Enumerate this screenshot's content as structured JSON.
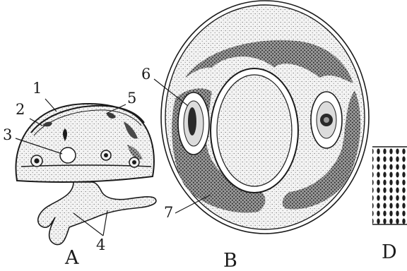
{
  "figure": {
    "panels": {
      "a": "A",
      "b": "B",
      "d": "D"
    },
    "labels": {
      "n1": "1",
      "n2": "2",
      "n3": "3",
      "n4": "4",
      "n5": "5",
      "n6": "6",
      "n7": "7"
    },
    "colors": {
      "ink": "#1b1b1b",
      "stipple": "#5a5a5a",
      "dark_mass": "#3a3a3a",
      "background": "#ffffff"
    }
  }
}
